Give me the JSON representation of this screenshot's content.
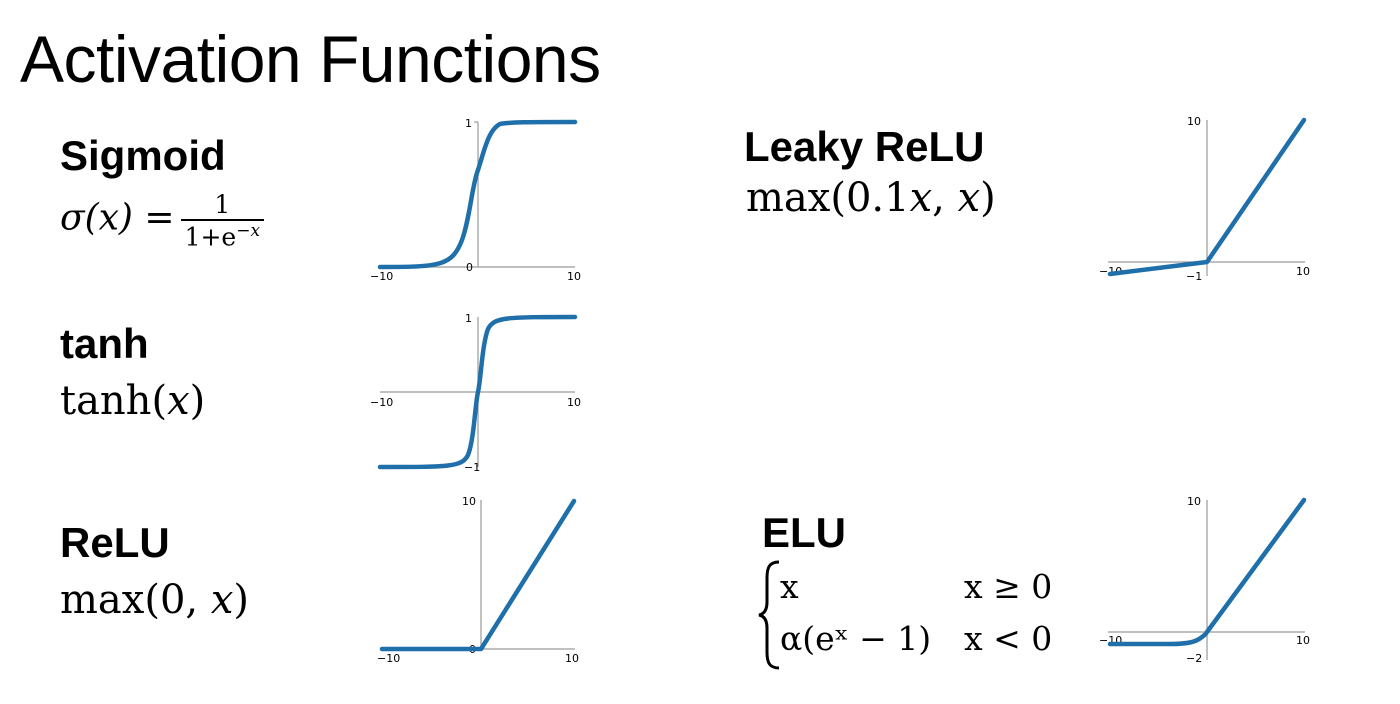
{
  "title": "Activation Functions",
  "colors": {
    "curve": "#1f6fab",
    "axis": "#9a9a9a",
    "text": "#000000"
  },
  "functions": {
    "sigmoid": {
      "name": "Sigmoid",
      "formula": {
        "lhs": "σ(x) =",
        "num": "1",
        "den_base": "1+e",
        "den_exp": "−x"
      },
      "ticks": {
        "xmin": "−10",
        "xmax": "10",
        "ymin": "0",
        "ymax": "1"
      }
    },
    "tanh": {
      "name": "tanh",
      "formula": {
        "fn": "tanh(",
        "var": "x",
        "close": ")"
      },
      "ticks": {
        "xmin": "−10",
        "xmax": "10",
        "ymin": "−1",
        "ymax": "1"
      }
    },
    "relu": {
      "name": "ReLU",
      "formula": {
        "fn": "max(0, ",
        "var": "x",
        "close": ")"
      },
      "ticks": {
        "xmin": "−10",
        "xmax": "10",
        "ymin": "0",
        "ymax": "10"
      }
    },
    "leaky_relu": {
      "name": "Leaky ReLU",
      "formula": {
        "fn": "max(0.1",
        "var1": "x",
        "mid": ", ",
        "var2": "x",
        "close": ")"
      },
      "ticks": {
        "xmin": "−10",
        "xmax": "10",
        "ymin": "−1",
        "ymax": "10"
      }
    },
    "elu": {
      "name": "ELU",
      "cases": [
        {
          "expr": "x",
          "cond": "x ≥ 0"
        },
        {
          "expr": "α(eˣ − 1)",
          "cond": "x < 0"
        }
      ],
      "ticks": {
        "xmin": "−10",
        "xmax": "10",
        "ymin": "−2",
        "ymax": "10"
      }
    }
  }
}
